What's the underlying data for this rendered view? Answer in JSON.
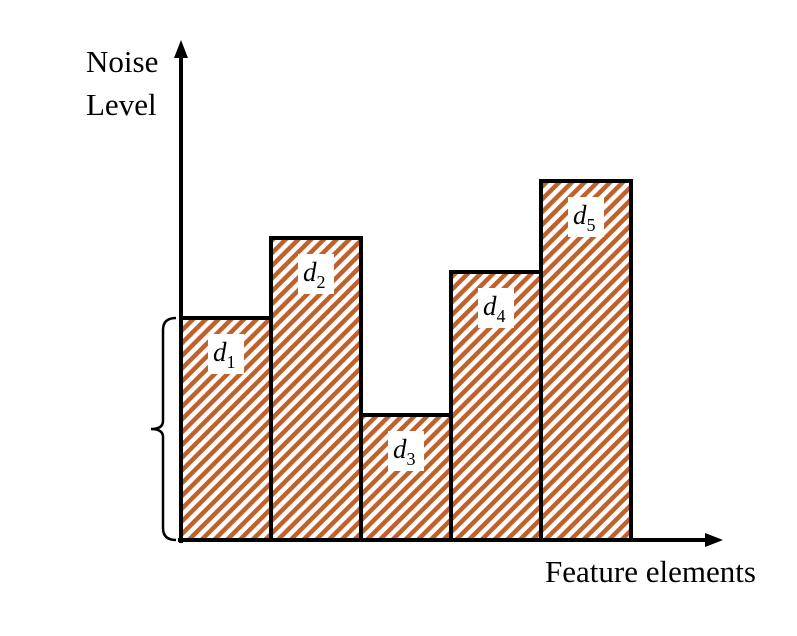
{
  "chart_data": {
    "type": "bar",
    "ylabel_line1": "Noise",
    "ylabel_line2": "Level",
    "xlabel": "Feature elements",
    "categories": [
      "d1",
      "d2",
      "d3",
      "d4",
      "d5"
    ],
    "labels": [
      {
        "base": "d",
        "sub": "1"
      },
      {
        "base": "d",
        "sub": "2"
      },
      {
        "base": "d",
        "sub": "3"
      },
      {
        "base": "d",
        "sub": "4"
      },
      {
        "base": "d",
        "sub": "5"
      }
    ],
    "values": [
      222,
      302,
      125,
      268,
      359
    ],
    "ylim": [
      0,
      500
    ],
    "brace_value": 222,
    "grid": false,
    "colors": {
      "hatch": "#c0612b",
      "outline": "#000000"
    }
  }
}
